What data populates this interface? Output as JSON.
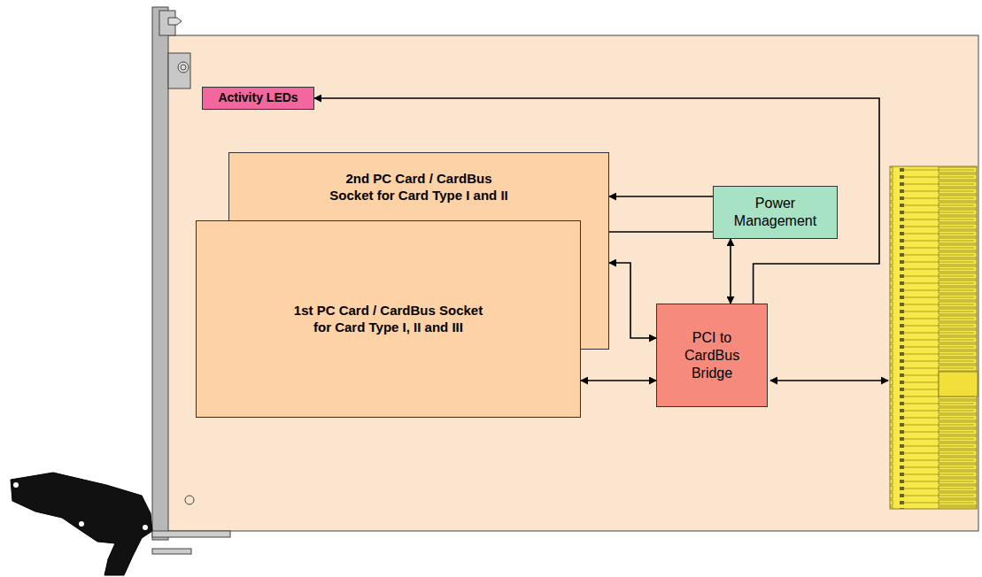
{
  "diagram": {
    "nodes": [
      {
        "text": [
          "Activity LEDs"
        ]
      },
      {
        "text": [
          "2nd PC Card / CardBus Socket for Card Type I and II"
        ]
      },
      {
        "text": [
          "Power Management"
        ]
      },
      {
        "text": [
          "1st PC Card / CardBus Socket for Card Type I, II and III"
        ]
      },
      {
        "text": [
          "PCI to CardBus Bridge"
        ]
      }
    ],
    "edges": [
      {
        "from": 4,
        "to": 0,
        "arrow": "to"
      },
      {
        "from": 2,
        "to": 1,
        "arrow": "to"
      },
      {
        "from": 2,
        "to": 3,
        "arrow": "to"
      },
      {
        "from": 2,
        "to": 4,
        "arrow": "both"
      },
      {
        "from": 1,
        "to": 4,
        "arrow": "both"
      },
      {
        "from": 3,
        "to": 4,
        "arrow": "both"
      }
    ]
  }
}
